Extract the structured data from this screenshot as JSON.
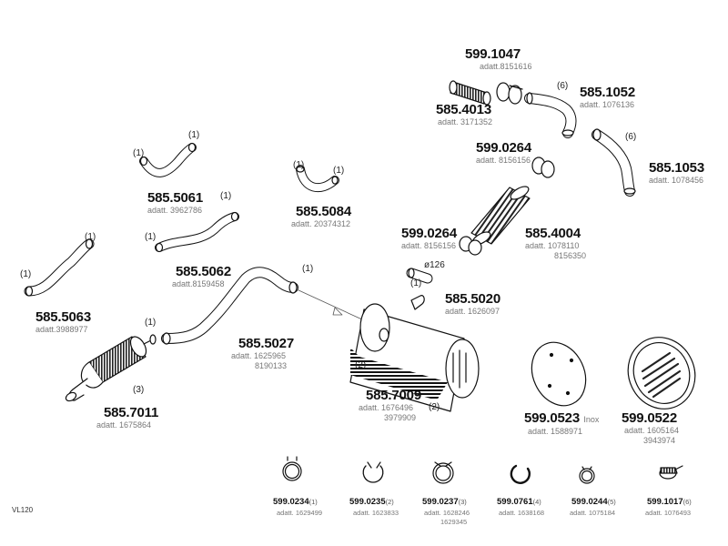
{
  "parts": {
    "p5991047": {
      "number": "599.1047",
      "alt": "adatt.8151616"
    },
    "p5854013": {
      "number": "585.4013",
      "alt": "adatt. 3171352"
    },
    "p5851052": {
      "number": "585.1052",
      "alt": "adatt. 1076136"
    },
    "p5990264a": {
      "number": "599.0264",
      "alt": "adatt. 8156156"
    },
    "p5851053": {
      "number": "585.1053",
      "alt": "adatt. 1078456"
    },
    "p5855061": {
      "number": "585.5061",
      "alt": "adatt. 3962786"
    },
    "p5855084": {
      "number": "585.5084",
      "alt": "adatt. 20374312"
    },
    "p5990264b": {
      "number": "599.0264",
      "alt": "adatt. 8156156"
    },
    "p5854004": {
      "number": "585.4004",
      "alt": "adatt. 1078110",
      "alt2": "8156350"
    },
    "p5855062": {
      "number": "585.5062",
      "alt": "adatt.8159458"
    },
    "p5855020": {
      "number": "585.5020",
      "alt": "adatt. 1626097"
    },
    "p5855063": {
      "number": "585.5063",
      "alt": "adatt.3988977"
    },
    "p5855027": {
      "number": "585.5027",
      "alt": "adatt. 1625965",
      "alt2": "8190133"
    },
    "p5857009": {
      "number": "585.7009",
      "alt": "adatt. 1676496",
      "alt2": "3979909"
    },
    "p5990523": {
      "number": "599.0523",
      "alt": "adatt. 1588971",
      "note": "Inox"
    },
    "p5990522": {
      "number": "599.0522",
      "alt": "adatt. 1605164",
      "alt2": "3943974"
    },
    "p5857011": {
      "number": "585.7011",
      "alt": "adatt. 1675864"
    }
  },
  "diameter": "ø126",
  "quantities": {
    "one": "(1)",
    "two": "(2)",
    "three": "(3)",
    "six": "(6)"
  },
  "clamps": [
    {
      "number": "599.0234",
      "qty": "(1)",
      "alt": "adatt. 1629499",
      "alt2": ""
    },
    {
      "number": "599.0235",
      "qty": "(2)",
      "alt": "adatt. 1623833",
      "alt2": ""
    },
    {
      "number": "599.0237",
      "qty": "(3)",
      "alt": "adatt. 1628246",
      "alt2": "1629345"
    },
    {
      "number": "599.0761",
      "qty": "(4)",
      "alt": "adatt. 1638168",
      "alt2": ""
    },
    {
      "number": "599.0244",
      "qty": "(5)",
      "alt": "adatt. 1075184",
      "alt2": ""
    },
    {
      "number": "599.1017",
      "qty": "(6)",
      "alt": "adatt. 1076493",
      "alt2": ""
    }
  ],
  "diagram_code": "VL120"
}
